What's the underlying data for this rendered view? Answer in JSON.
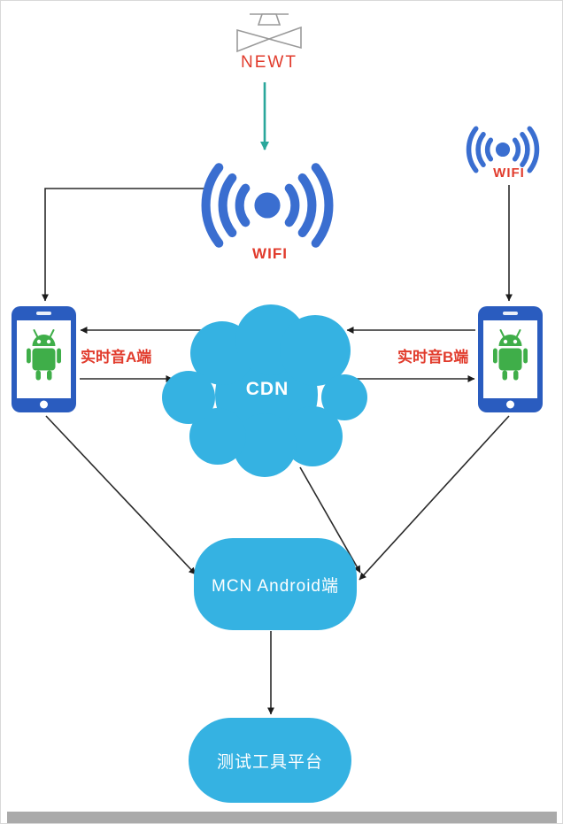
{
  "colors": {
    "wifi_blue": "#3a6ed0",
    "phone_blue": "#2a5cbf",
    "sky_blue": "#35b2e2",
    "android_green": "#3fae49",
    "label_red": "#e13b2c",
    "teal_arrow": "#2aa79b",
    "line_black": "#2a2a2a"
  },
  "nodes": {
    "newt": {
      "label": "NEWT"
    },
    "wifi_main": {
      "label": "WIFI"
    },
    "wifi_right": {
      "label": "WIFI"
    },
    "client_a": {
      "label": "实时音A端"
    },
    "client_b": {
      "label": "实时音B端"
    },
    "cdn": {
      "label": "CDN"
    },
    "mcn": {
      "label": "MCN Android端"
    },
    "test_platform": {
      "label": "测试工具平台"
    }
  },
  "edges": [
    {
      "from": "newt",
      "to": "wifi_main",
      "style": "teal"
    },
    {
      "from": "wifi_main",
      "to": "client_a",
      "style": "black"
    },
    {
      "from": "wifi_right",
      "to": "client_b",
      "style": "black"
    },
    {
      "from": "cdn",
      "to": "client_a",
      "style": "black"
    },
    {
      "from": "client_a",
      "to": "cdn",
      "style": "black"
    },
    {
      "from": "client_b",
      "to": "cdn",
      "style": "black"
    },
    {
      "from": "cdn",
      "to": "client_b",
      "style": "black"
    },
    {
      "from": "client_a",
      "to": "mcn",
      "style": "black"
    },
    {
      "from": "client_b",
      "to": "mcn",
      "style": "black"
    },
    {
      "from": "cdn",
      "to": "mcn",
      "style": "black"
    },
    {
      "from": "mcn",
      "to": "test_platform",
      "style": "black"
    }
  ],
  "icons": {
    "newt": "newt-megaphone-icon",
    "wifi": "wifi-broadcast-icon",
    "phone": "android-phone-icon",
    "cloud": "cloud-shape"
  }
}
